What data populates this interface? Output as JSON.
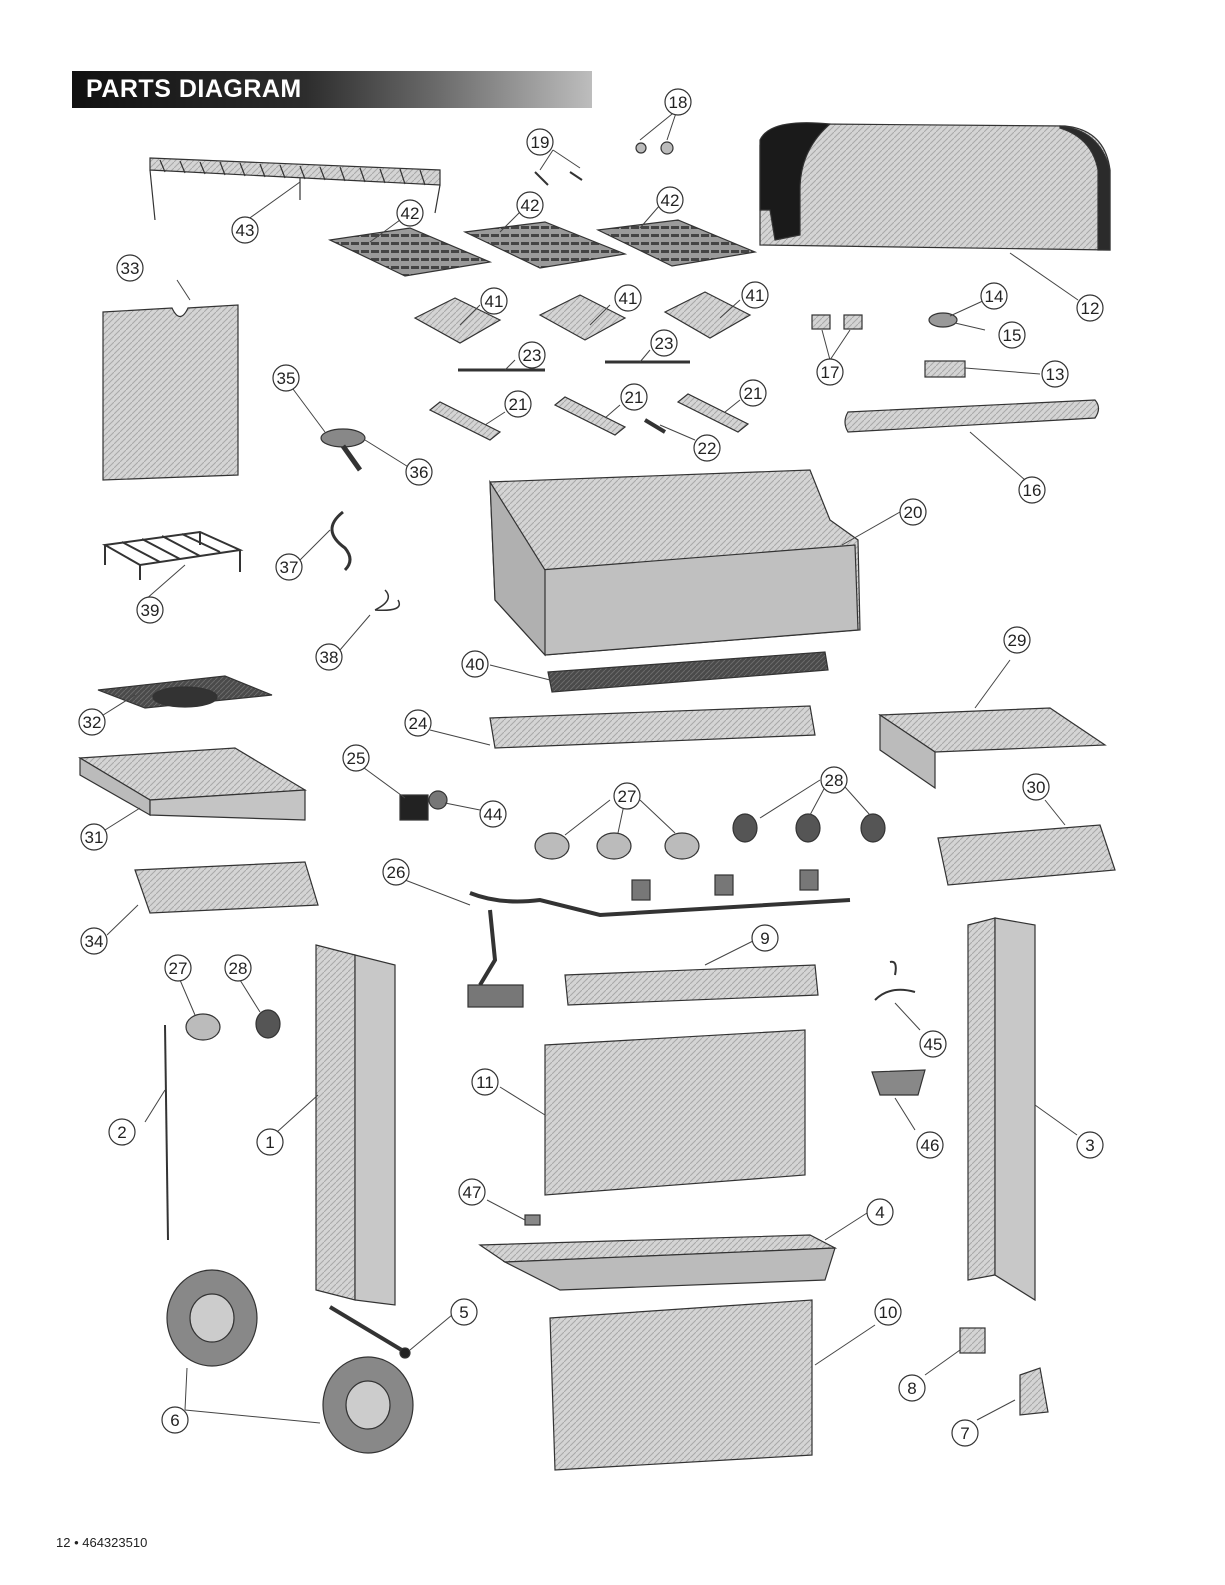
{
  "header": {
    "title": "PARTS DIAGRAM"
  },
  "footer": {
    "page_label": "12 • 464323510"
  },
  "callouts": [
    {
      "id": "c1",
      "label": "1"
    },
    {
      "id": "c2",
      "label": "2"
    },
    {
      "id": "c3",
      "label": "3"
    },
    {
      "id": "c4",
      "label": "4"
    },
    {
      "id": "c5",
      "label": "5"
    },
    {
      "id": "c6",
      "label": "6"
    },
    {
      "id": "c7",
      "label": "7"
    },
    {
      "id": "c8",
      "label": "8"
    },
    {
      "id": "c9",
      "label": "9"
    },
    {
      "id": "c10",
      "label": "10"
    },
    {
      "id": "c11",
      "label": "11"
    },
    {
      "id": "c12",
      "label": "12"
    },
    {
      "id": "c13",
      "label": "13"
    },
    {
      "id": "c14",
      "label": "14"
    },
    {
      "id": "c15",
      "label": "15"
    },
    {
      "id": "c16",
      "label": "16"
    },
    {
      "id": "c17",
      "label": "17"
    },
    {
      "id": "c18",
      "label": "18"
    },
    {
      "id": "c19",
      "label": "19"
    },
    {
      "id": "c20",
      "label": "20"
    },
    {
      "id": "c21a",
      "label": "21"
    },
    {
      "id": "c21b",
      "label": "21"
    },
    {
      "id": "c21c",
      "label": "21"
    },
    {
      "id": "c22",
      "label": "22"
    },
    {
      "id": "c23a",
      "label": "23"
    },
    {
      "id": "c23b",
      "label": "23"
    },
    {
      "id": "c24",
      "label": "24"
    },
    {
      "id": "c25",
      "label": "25"
    },
    {
      "id": "c26",
      "label": "26"
    },
    {
      "id": "c27a",
      "label": "27"
    },
    {
      "id": "c27b",
      "label": "27"
    },
    {
      "id": "c28a",
      "label": "28"
    },
    {
      "id": "c28b",
      "label": "28"
    },
    {
      "id": "c29",
      "label": "29"
    },
    {
      "id": "c30",
      "label": "30"
    },
    {
      "id": "c31",
      "label": "31"
    },
    {
      "id": "c32",
      "label": "32"
    },
    {
      "id": "c33",
      "label": "33"
    },
    {
      "id": "c34",
      "label": "34"
    },
    {
      "id": "c35",
      "label": "35"
    },
    {
      "id": "c36",
      "label": "36"
    },
    {
      "id": "c37",
      "label": "37"
    },
    {
      "id": "c38",
      "label": "38"
    },
    {
      "id": "c39",
      "label": "39"
    },
    {
      "id": "c40",
      "label": "40"
    },
    {
      "id": "c41a",
      "label": "41"
    },
    {
      "id": "c41b",
      "label": "41"
    },
    {
      "id": "c41c",
      "label": "41"
    },
    {
      "id": "c42a",
      "label": "42"
    },
    {
      "id": "c42b",
      "label": "42"
    },
    {
      "id": "c42c",
      "label": "42"
    },
    {
      "id": "c43",
      "label": "43"
    },
    {
      "id": "c44",
      "label": "44"
    },
    {
      "id": "c45",
      "label": "45"
    },
    {
      "id": "c46",
      "label": "46"
    },
    {
      "id": "c47",
      "label": "47"
    }
  ]
}
